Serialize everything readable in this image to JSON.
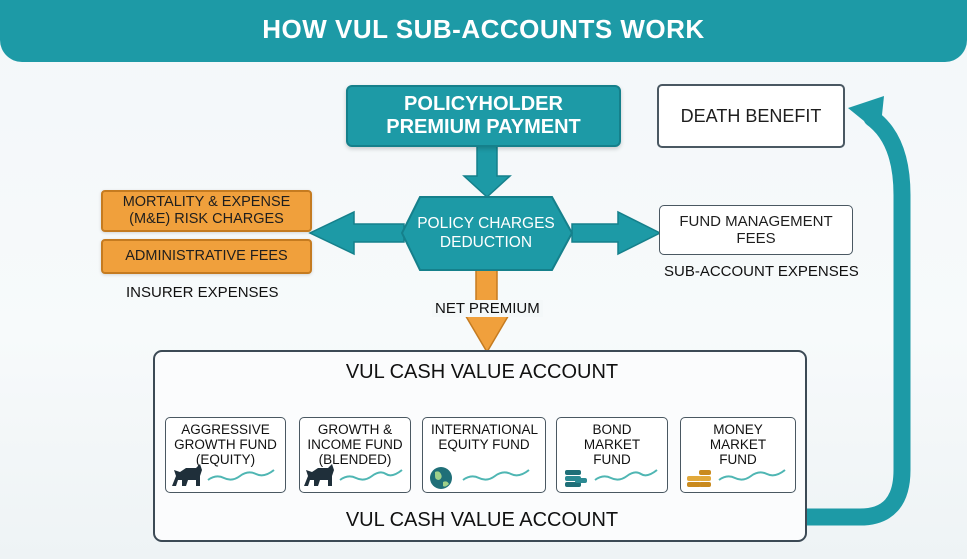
{
  "header": {
    "title": "HOW VUL SUB-ACCOUNTS WORK"
  },
  "nodes": {
    "premium": "POLICYHOLDER PREMIUM PAYMENT",
    "charges": "POLICY CHARGES DEDUCTION",
    "mortality": "MORTALITY & EXPENSE (M&E) RISK CHARGES",
    "admin": "ADMINISTRATIVE FEES",
    "insurer_caption": "INSURER EXPENSES",
    "fund_mgmt": "FUND MANAGEMENT FEES",
    "subaccount_caption": "SUB-ACCOUNT EXPENSES",
    "death_benefit": "DEATH BENEFIT",
    "net_premium": "NET PREMIUM",
    "account_top": "VUL CASH VALUE ACCOUNT",
    "account_bottom": "VUL CASH VALUE ACCOUNT"
  },
  "funds": [
    {
      "label": "AGGRESSIVE GROWTH FUND (EQUITY)",
      "icon": "bull-icon"
    },
    {
      "label": "GROWTH & INCOME FUND (BLENDED)",
      "icon": "bull-icon"
    },
    {
      "label": "INTERNATIONAL EQUITY FUND",
      "icon": "globe-icon"
    },
    {
      "label": "BOND MARKET FUND",
      "icon": "coins-icon"
    },
    {
      "label": "MONEY MARKET FUND",
      "icon": "gold-coins-icon"
    }
  ],
  "colors": {
    "teal": "#1d9aa6",
    "orange": "#f0a03c",
    "wave": "#4fb6b3"
  }
}
